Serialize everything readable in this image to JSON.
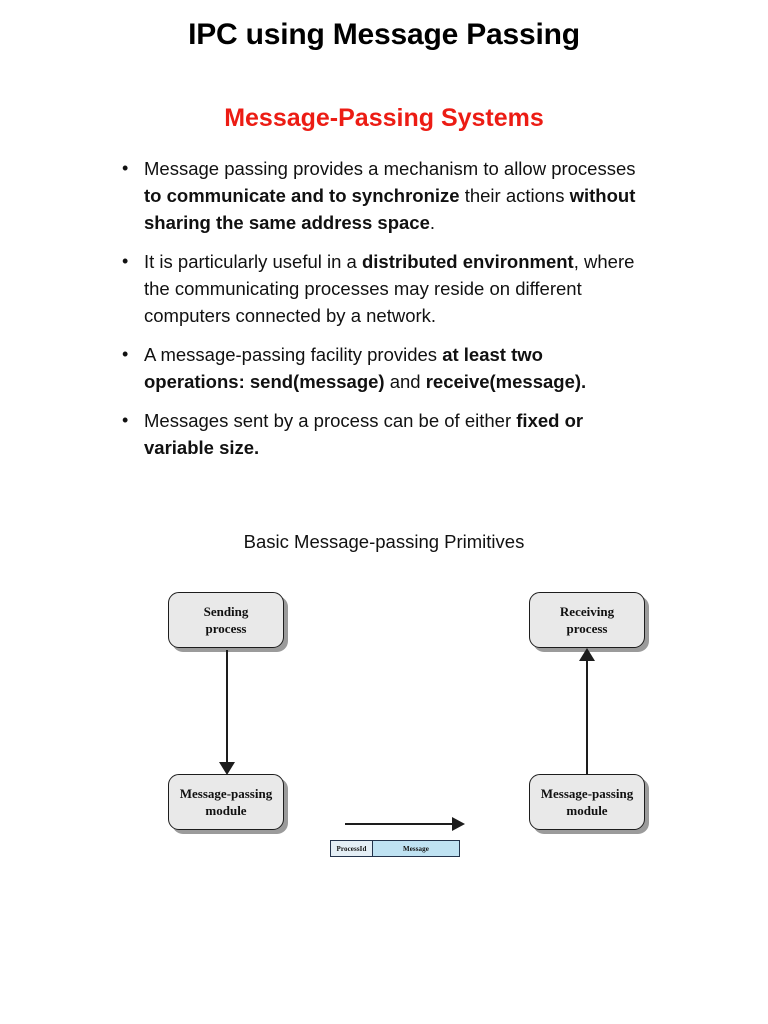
{
  "slide": {
    "title": "IPC using Message Passing",
    "subtitle": "Message-Passing Systems",
    "subtitle_color": "#ec1c14",
    "bullet_marker": "•"
  },
  "bullets": [
    {
      "id": "bullet-mechanism",
      "segments": [
        {
          "text": "Message passing provides a mechanism to allow processes ",
          "bold": false
        },
        {
          "text": "to communicate and to synchronize",
          "bold": true
        },
        {
          "text": " their actions ",
          "bold": false
        },
        {
          "text": "without sharing the same address space",
          "bold": true
        },
        {
          "text": ".",
          "bold": false
        }
      ]
    },
    {
      "id": "bullet-distributed",
      "segments": [
        {
          "text": "It is particularly useful in a ",
          "bold": false
        },
        {
          "text": "distributed environment",
          "bold": true
        },
        {
          "text": ", where the communicating processes may reside on different computers connected by a network.",
          "bold": false
        }
      ]
    },
    {
      "id": "bullet-operations",
      "segments": [
        {
          "text": "A message-passing facility provides ",
          "bold": false
        },
        {
          "text": "at least two operations: send(message)",
          "bold": true
        },
        {
          "text": " and ",
          "bold": false
        },
        {
          "text": "receive(message).",
          "bold": true
        }
      ]
    },
    {
      "id": "bullet-size",
      "segments": [
        {
          "text": "Messages sent by a process can be of either ",
          "bold": false
        },
        {
          "text": "fixed or variable size.",
          "bold": true
        }
      ]
    }
  ],
  "diagram": {
    "caption": "Basic Message-passing Primitives",
    "nodes": {
      "sending_process": "Sending\nprocess",
      "sending_process_line1": "Sending",
      "sending_process_line2": "process",
      "receiving_process_line1": "Receiving",
      "receiving_process_line2": "process",
      "module_left_line1": "Message-passing",
      "module_left_line2": "module",
      "module_right_line1": "Message-passing",
      "module_right_line2": "module"
    },
    "packet": {
      "process_id_label": "ProcessId",
      "message_label": "Message",
      "process_id_color": "#e4eef5",
      "message_color": "#bfe2f2",
      "border_color": "#23324a"
    },
    "node_fill_color": "#e9e9e9",
    "node_border_color": "#1d1d1d",
    "node_shadow_color": "#9b9b9b",
    "arrow_color": "#1d1d1d"
  }
}
